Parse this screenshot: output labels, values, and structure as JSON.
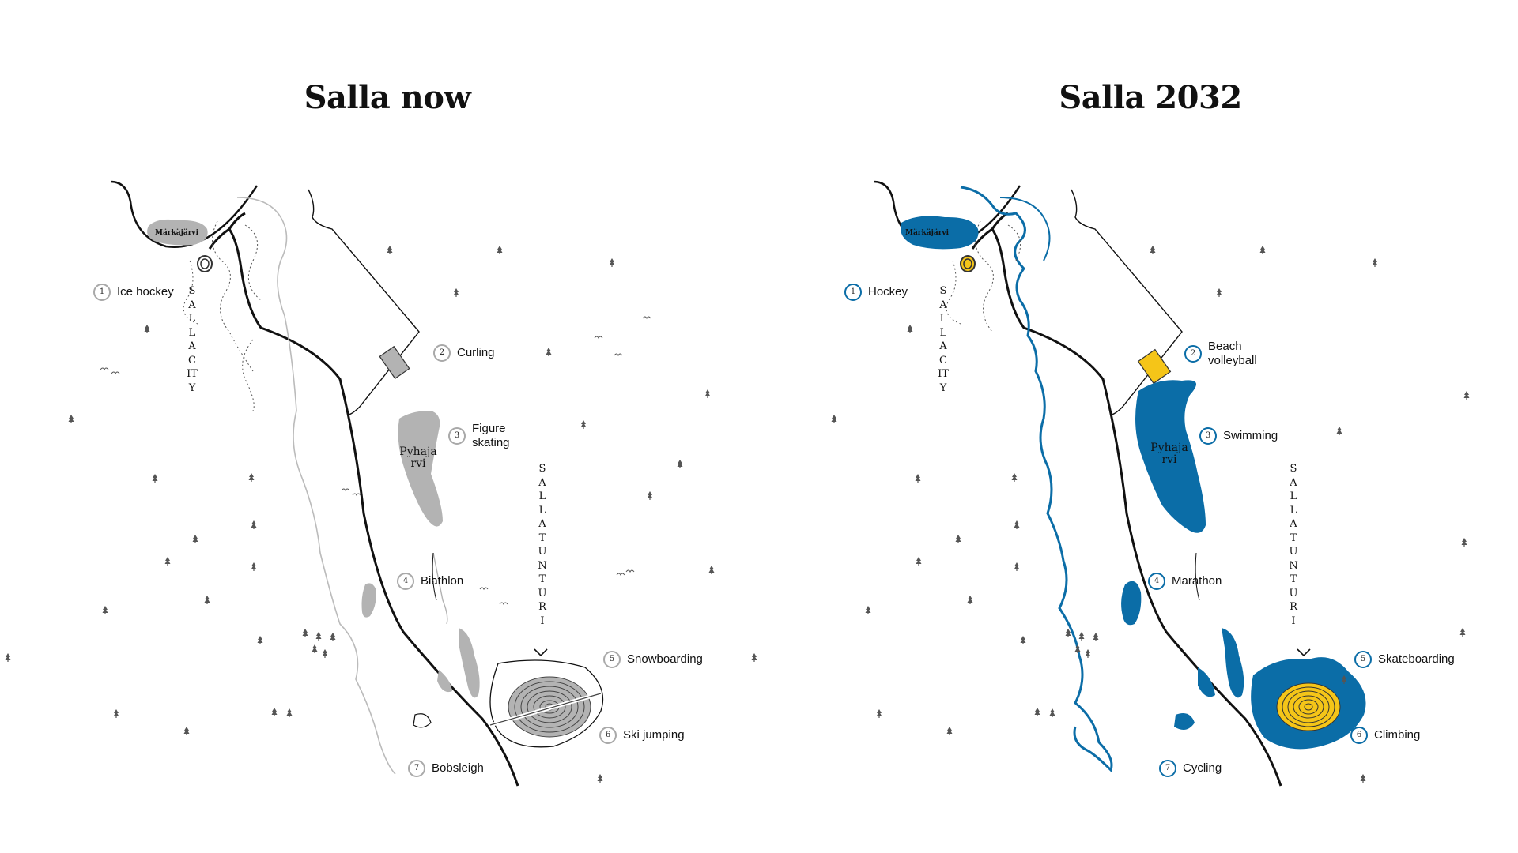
{
  "panels": [
    {
      "title": "Salla now",
      "city_label": "SALLA CITY",
      "fell_label": "SALLA TUNTURI",
      "lake_large": "Pyhajarvi",
      "lake_small": "Märkäjärvi",
      "items": [
        {
          "num": "1",
          "label": "Ice hockey"
        },
        {
          "num": "2",
          "label": "Curling"
        },
        {
          "num": "3",
          "label": "Figure skating"
        },
        {
          "num": "4",
          "label": "Biathlon"
        },
        {
          "num": "5",
          "label": "Snowboarding"
        },
        {
          "num": "6",
          "label": "Ski jumping"
        },
        {
          "num": "7",
          "label": "Bobsleigh"
        }
      ]
    },
    {
      "title": "Salla 2032",
      "city_label": "SALLA CITY",
      "fell_label": "SALLA TUNTURI",
      "lake_large": "Pyhajarvi",
      "lake_small": "Märkäjärvi",
      "items": [
        {
          "num": "1",
          "label": "Hockey"
        },
        {
          "num": "2",
          "label": "Beach volleyball"
        },
        {
          "num": "3",
          "label": "Swimming"
        },
        {
          "num": "4",
          "label": "Marathon"
        },
        {
          "num": "5",
          "label": "Skateboarding"
        },
        {
          "num": "6",
          "label": "Climbing"
        },
        {
          "num": "7",
          "label": "Cycling"
        }
      ]
    }
  ],
  "colors": {
    "now_fill": "#b3b3b3",
    "future_water": "#0b6da7",
    "future_highlight": "#f5c518",
    "road": "#111111"
  },
  "icons": {
    "tree": "tree-icon",
    "bird": "bird-icon"
  }
}
